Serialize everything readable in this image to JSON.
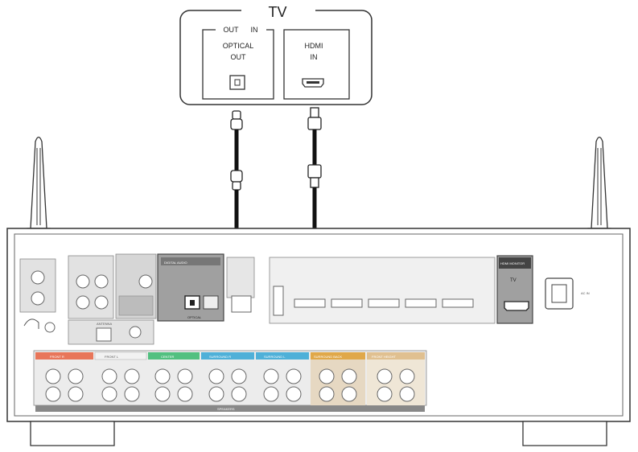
{
  "tv": {
    "title": "TV",
    "out_label": "OUT",
    "in_label": "IN",
    "optical_label_1": "OPTICAL",
    "optical_label_2": "OUT",
    "hdmi_label_1": "HDMI",
    "hdmi_label_2": "IN"
  },
  "receiver": {
    "digital_audio_label": "DIGITAL AUDIO",
    "optical_label": "OPTICAL",
    "hdmi_monitor_label": "HDMI MONITOR",
    "tv_label": "TV",
    "speakers_label": "SPEAKERS",
    "antenna_label": "ANTENNA",
    "ac_in_label": "AC IN",
    "speaker_groups": [
      {
        "label": "FRONT R",
        "color": "#e8765a"
      },
      {
        "label": "FRONT L",
        "color": "#f2f2f2"
      },
      {
        "label": "CENTER",
        "color": "#52c080"
      },
      {
        "label": "SURROUND R",
        "color": "#4fb0d8"
      },
      {
        "label": "SURROUND L",
        "color": "#4fb0d8"
      },
      {
        "label": "SURROUND BACK",
        "color": "#e0a84a"
      },
      {
        "label": "FRONT HEIGHT",
        "color": "#e0c090"
      }
    ]
  },
  "colors": {
    "outline": "#333333",
    "panel_gray": "#cfcfcf",
    "highlight_gray": "#9a9a9a",
    "cable": "#111111"
  }
}
